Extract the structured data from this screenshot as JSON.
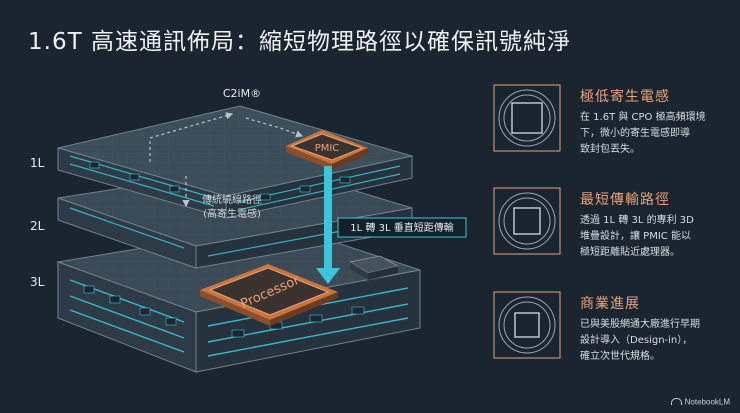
{
  "title": "1.6T 高速通訊佈局：縮短物理路徑以確保訊號純淨",
  "diagram": {
    "brand_label": "C2iM®",
    "layers": [
      "1L",
      "2L",
      "3L"
    ],
    "pmic_label": "PMIC",
    "processor_label": "Processor",
    "traditional_path_line1": "傳統繞線路徑",
    "traditional_path_line2": "(高寄生電感)",
    "vertical_label": "1L 轉 3L 垂直短距傳輸"
  },
  "benefits": [
    {
      "title": "極低寄生電感",
      "lines": [
        "在 1.6T 與 CPO 極高頻環境",
        "下，微小的寄生電感即導",
        "致封包丟失。"
      ]
    },
    {
      "title": "最短傳輸路徑",
      "lines": [
        "透過 1L 轉 3L 的專利 3D",
        "堆疊設計，讓 PMIC 能以",
        "極短距離貼近處理器。"
      ]
    },
    {
      "title": "商業進展",
      "lines": [
        "已與美股網通大廠進行早期",
        "設計導入（Design-in），",
        "確立次世代規格。"
      ]
    }
  ],
  "footer": {
    "brand": "NotebookLM"
  },
  "colors": {
    "accent_orange": "#e9a27a",
    "accent_cyan": "#3cc6da",
    "background": "#1b2530"
  }
}
